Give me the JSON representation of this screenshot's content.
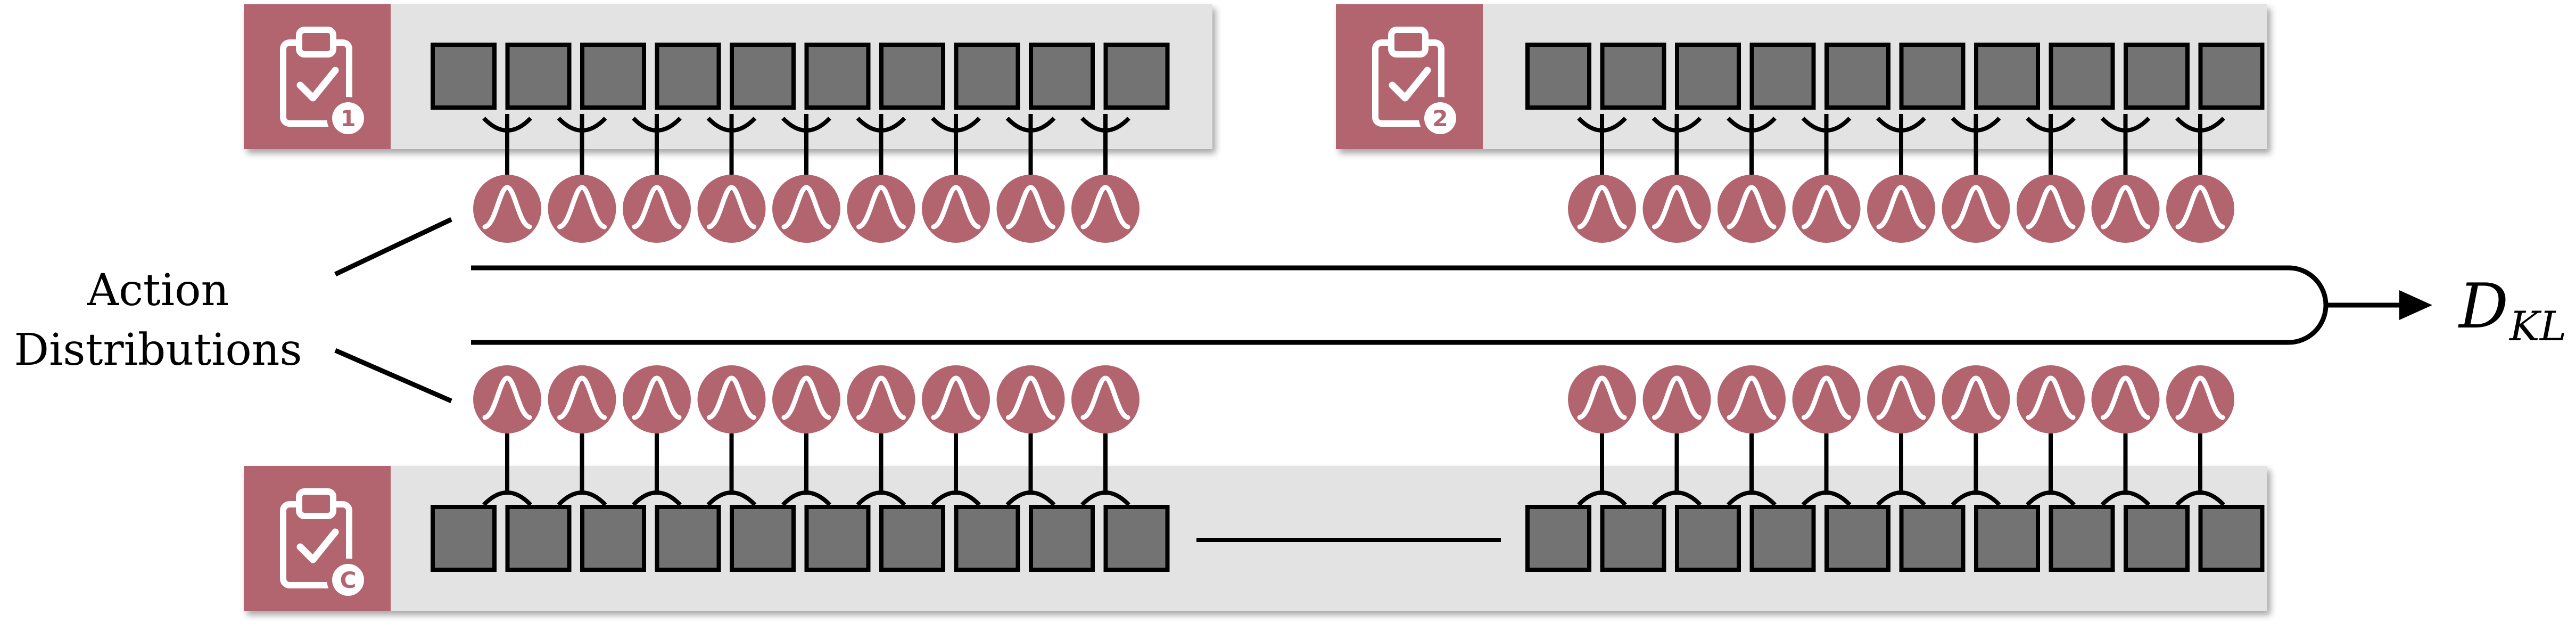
{
  "panels": [
    {
      "id": "task-1",
      "badge": "1",
      "blocks": 10
    },
    {
      "id": "task-2",
      "badge": "2",
      "blocks": 10
    },
    {
      "id": "task-c",
      "badge": "C",
      "blocks": 20
    }
  ],
  "distributions": {
    "per_group": 9
  },
  "label": {
    "line1": "Action",
    "line2": "Distributions"
  },
  "output": {
    "symbol": "D",
    "subscript": "KL"
  },
  "colors": {
    "accent": "#b3656f",
    "panel_bg": "#e3e3e3",
    "panel_shadow": "#9c9c9c",
    "block_fill": "#737373",
    "block_stroke": "#000000",
    "line": "#000000",
    "curve": "#ffffff"
  },
  "icons": {
    "task_icon": "clipboard-check-icon",
    "dist_icon": "gaussian-icon"
  }
}
